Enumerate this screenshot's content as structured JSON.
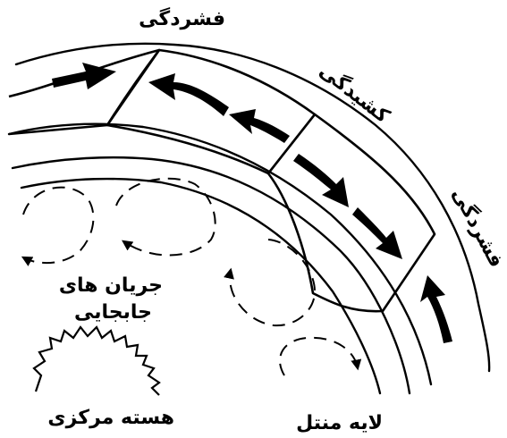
{
  "labels": {
    "compression_top": "فشردگی",
    "tension": "کشیدگی",
    "compression_right": "فشردگی",
    "convection_line1": "جریان های",
    "convection_line2": "جابجایی",
    "core": "هسته مرکزی",
    "mantle": "لایه منتل"
  },
  "colors": {
    "ink": "#000000",
    "background": "#ffffff"
  }
}
